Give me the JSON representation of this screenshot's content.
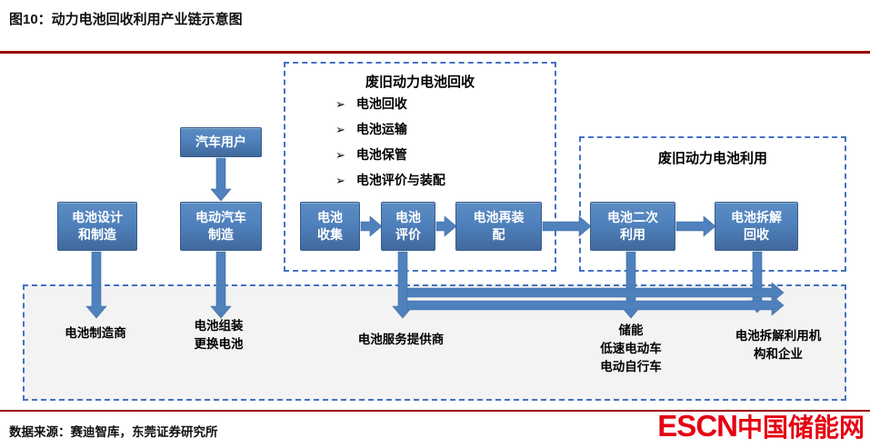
{
  "colors": {
    "accent_blue": "#4f81bd",
    "box_border_blue": "#385d8a",
    "dashed_border_blue": "#4472c4",
    "panel_gray": "#f3f3f3",
    "rule_red": "#990000",
    "logo_red": "#e60012"
  },
  "header": {
    "title": "图10：动力电池回收利用产业链示意图"
  },
  "diagram": {
    "recycle_group": {
      "title": "废旧动力电池回收",
      "bullet": "➢",
      "items": [
        "电池回收",
        "电池运输",
        "电池保管",
        "电池评价与装配"
      ]
    },
    "reuse_group": {
      "title": "废旧动力电池利用"
    },
    "nodes": {
      "design": "电池设计\n和制造",
      "car_user": "汽车用户",
      "ev_manufacture": "电动汽车\n制造",
      "collect": "电池\n收集",
      "evaluate": "电池\n评价",
      "repack": "电池再装\n配",
      "second_use": "电池二次\n利用",
      "dismantle": "电池拆解\n回收"
    },
    "bottom_labels": {
      "manufacturer": "电池制造商",
      "assembly": "电池组装\n更换电池",
      "service": "电池服务提供商",
      "storage": "储能\n低速电动车\n电动自行车",
      "dismantle_org": "电池拆解利用机\n构和企业"
    }
  },
  "footer": {
    "source": "数据来源：赛迪智库，东莞证券研究所",
    "logo_en": "ESCN",
    "logo_cn": "中国储能网"
  }
}
